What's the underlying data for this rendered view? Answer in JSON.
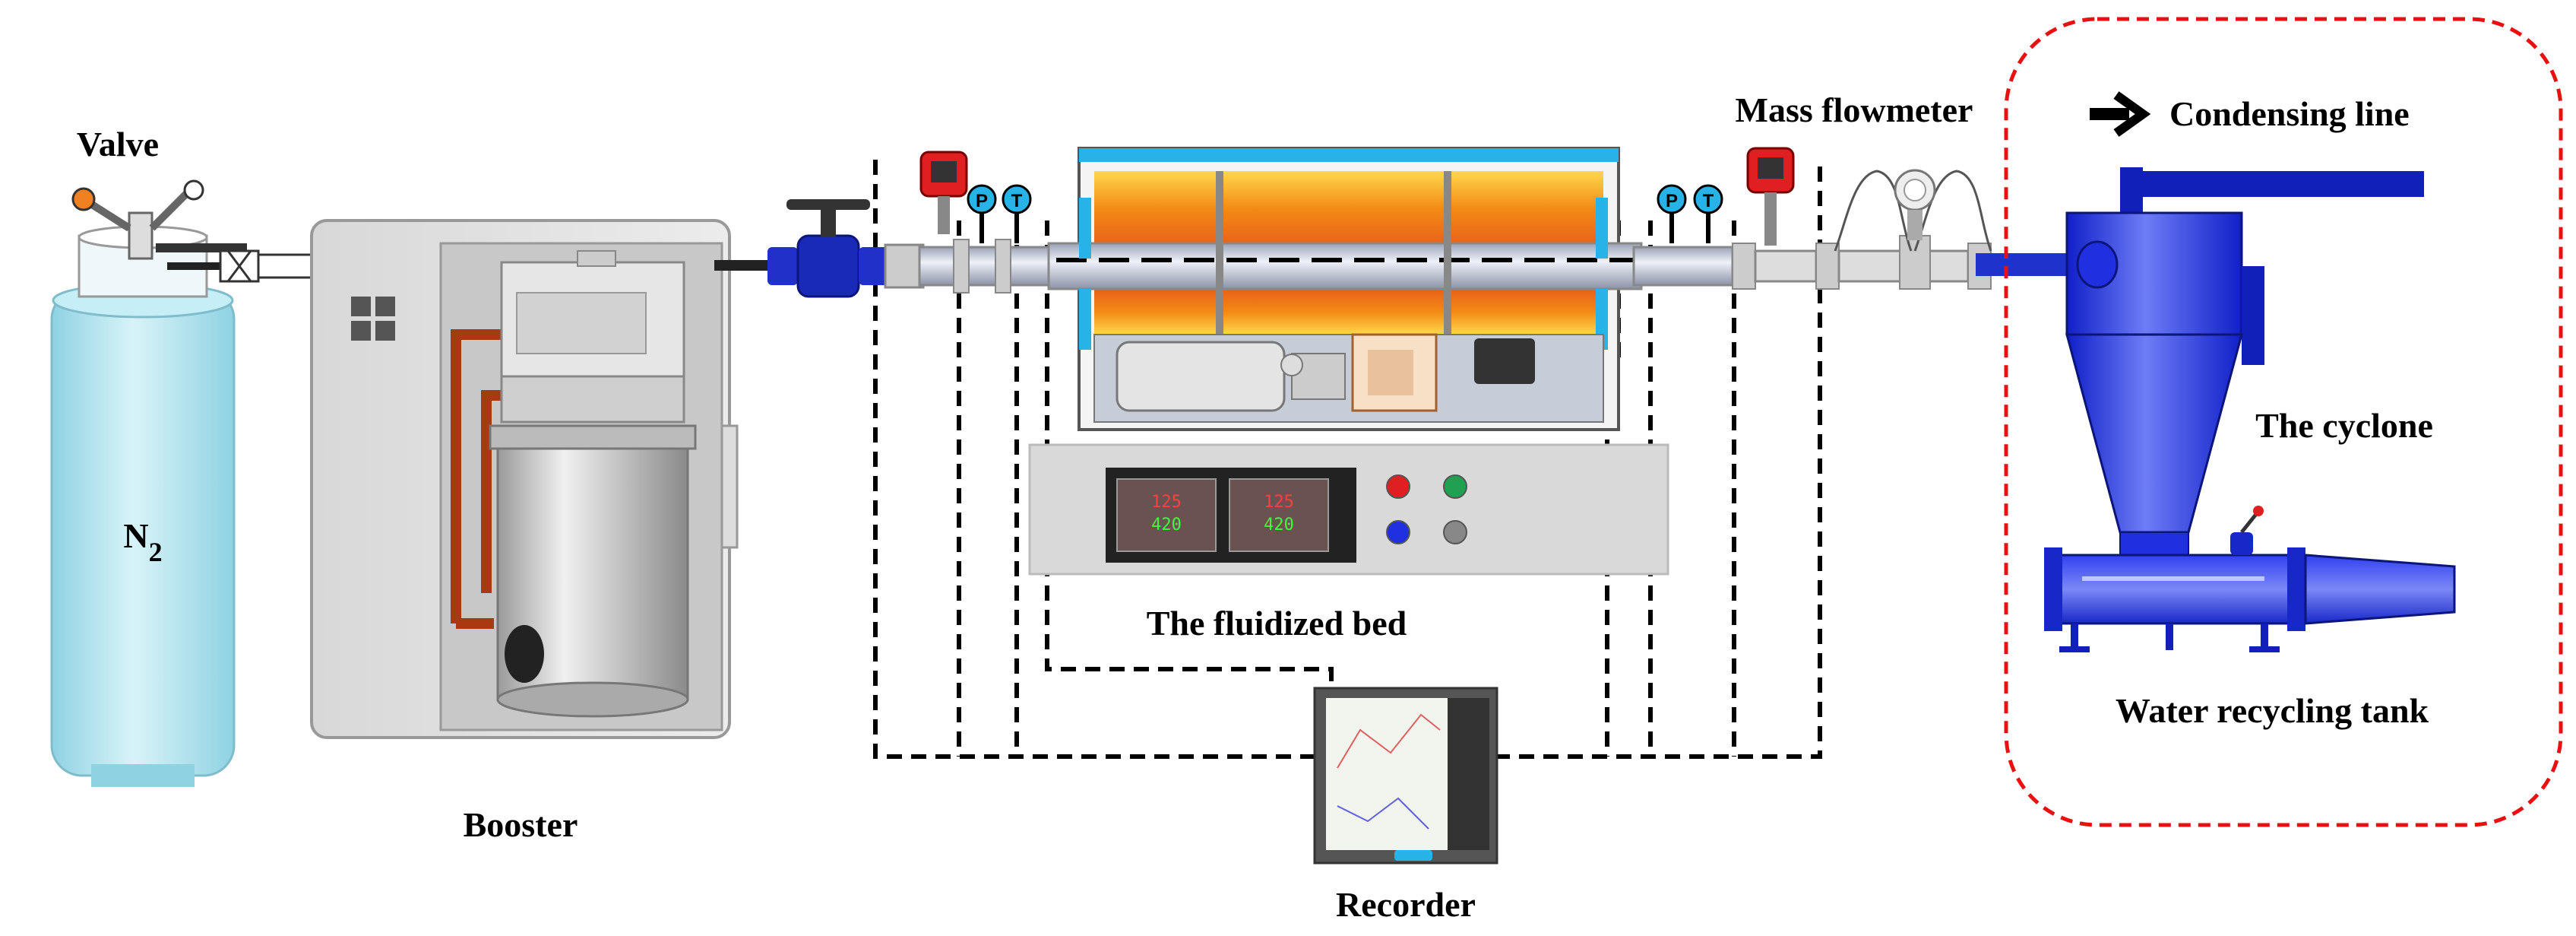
{
  "labels": {
    "valve": "Valve",
    "n2": "N",
    "n2_sub": "2",
    "booster": "Booster",
    "fluidized_bed": "The fluidized bed",
    "recorder": "Recorder",
    "mass_flowmeter": "Mass flowmeter",
    "condensing_line": "Condensing line",
    "cyclone": "The cyclone",
    "water_tank": "Water recycling tank"
  },
  "sensor_letters": {
    "pressure": "P",
    "temperature": "T"
  },
  "controller_readouts": {
    "left": [
      "125",
      "420"
    ],
    "right": [
      "125",
      "420"
    ]
  },
  "colors": {
    "gas_cylinder": "#aee3ee",
    "pipe_blue": "#1f33cc",
    "cyclone_blue": "#2030e0",
    "furnace_hot": "#f5a020",
    "sensor_cyan": "#27b2e8",
    "gauge_red": "#e02020",
    "boundary_dash": "#e81010",
    "cable_dash": "#000000"
  }
}
